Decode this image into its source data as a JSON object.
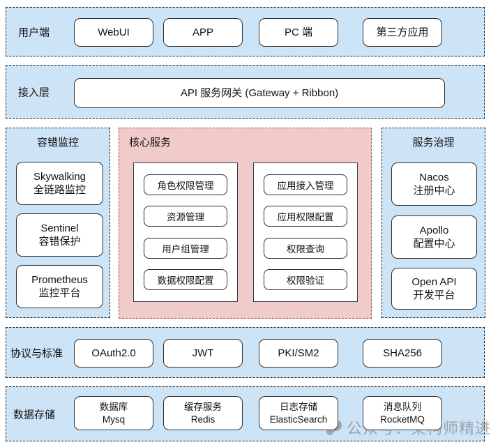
{
  "client_band": {
    "label": "用户端",
    "items": [
      "WebUI",
      "APP",
      "PC 端",
      "第三方应用"
    ]
  },
  "access_band": {
    "label": "接入层",
    "gateway": "API 服务网关 (Gateway + Ribbon)"
  },
  "middle": {
    "monitoring": {
      "label": "容错监控",
      "items": [
        {
          "line1": "Skywalking",
          "line2": "全链路监控"
        },
        {
          "line1": "Sentinel",
          "line2": "容错保护"
        },
        {
          "line1": "Prometheus",
          "line2": "监控平台"
        }
      ]
    },
    "core": {
      "label": "核心服务",
      "group1": [
        "角色权限管理",
        "资源管理",
        "用户组管理",
        "数据权限配置"
      ],
      "group2": [
        "应用接入管理",
        "应用权限配置",
        "权限查询",
        "权限验证"
      ]
    },
    "governance": {
      "label": "服务治理",
      "items": [
        {
          "line1": "Nacos",
          "line2": "注册中心"
        },
        {
          "line1": "Apollo",
          "line2": "配置中心"
        },
        {
          "line1": "Open API",
          "line2": "开发平台"
        }
      ]
    }
  },
  "protocol_band": {
    "label": "协议与标准",
    "items": [
      "OAuth2.0",
      "JWT",
      "PKI/SM2",
      "SHA256"
    ]
  },
  "storage_band": {
    "label": "数据存储",
    "items": [
      {
        "line1": "数据库",
        "line2": "Mysq"
      },
      {
        "line1": "缓存服务",
        "line2": "Redis"
      },
      {
        "line1": "日志存储",
        "line2": "ElasticSearch"
      },
      {
        "line1": "消息队列",
        "line2": "RocketMQ"
      }
    ]
  },
  "watermark": {
    "text": "公众号：架构师精进",
    "icon": "megaphone-icon"
  },
  "colors": {
    "band_blue": "#cde3f6",
    "core_pink": "#f1caca",
    "core_border": "#9c5151",
    "line_dark": "#1f1f1f",
    "watermark_gray": "#7d7d7d"
  }
}
